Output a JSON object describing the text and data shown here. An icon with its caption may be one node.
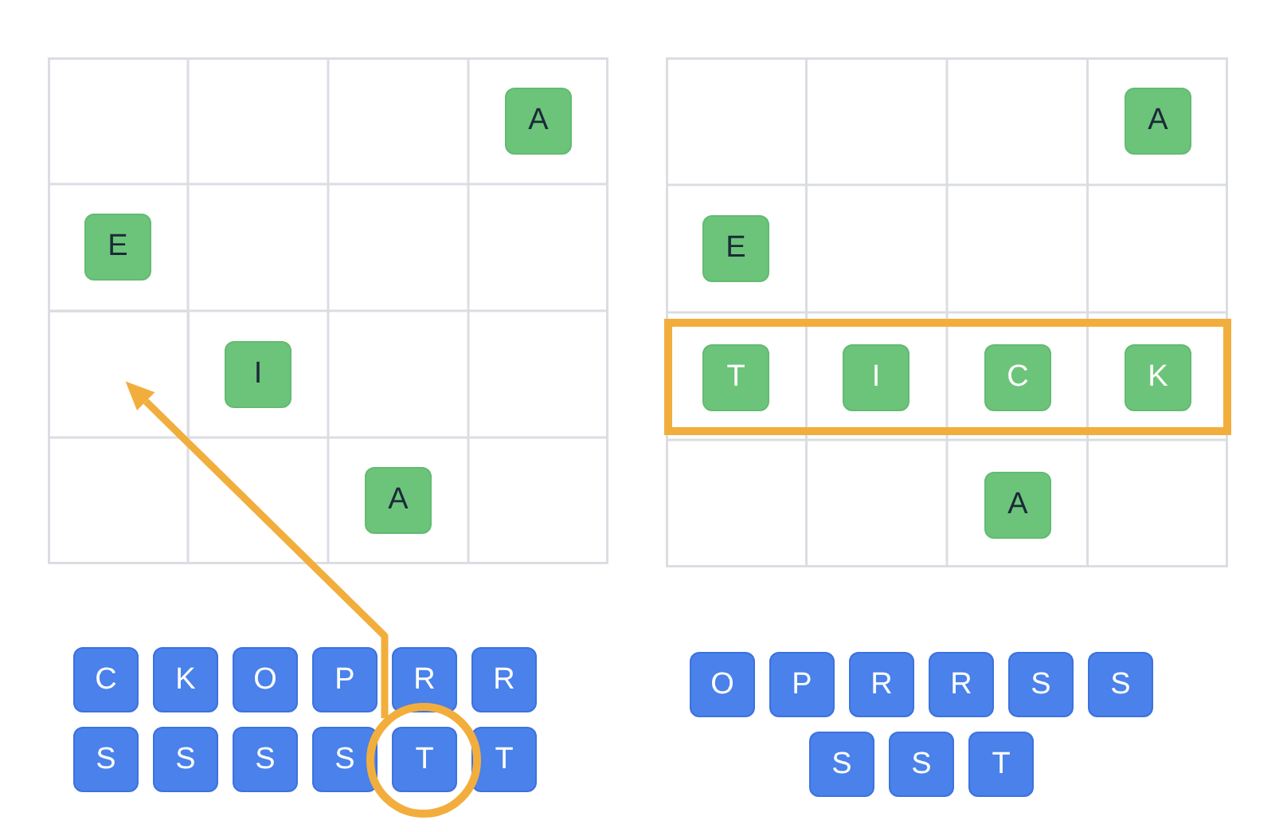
{
  "diagram": {
    "nodes": [
      {
        "text": [],
        "shape": "grid"
      },
      {
        "text": [
          "A"
        ],
        "in": 0
      },
      {
        "text": [
          "E"
        ],
        "in": 0
      },
      {
        "text": [],
        "shape": "box",
        "in": 0
      },
      {
        "text": [
          "I"
        ],
        "in": 0
      },
      {
        "text": [
          "A"
        ],
        "in": 0
      },
      {
        "text": [],
        "shape": "grid"
      },
      {
        "text": [
          "A"
        ],
        "in": 6
      },
      {
        "text": [
          "E"
        ],
        "in": 6
      },
      {
        "text": [],
        "shape": "box",
        "in": 6
      },
      {
        "text": [
          "T"
        ],
        "in": 9
      },
      {
        "text": [
          "I"
        ],
        "in": 9
      },
      {
        "text": [
          "C"
        ],
        "in": 9
      },
      {
        "text": [
          "K"
        ],
        "in": 9
      },
      {
        "text": [
          "A"
        ],
        "in": 6
      },
      {
        "text": [
          "C"
        ]
      },
      {
        "text": [
          "K"
        ]
      },
      {
        "text": [
          "O"
        ]
      },
      {
        "text": [
          "P"
        ]
      },
      {
        "text": [
          "R"
        ]
      },
      {
        "text": [
          "R"
        ]
      },
      {
        "text": [
          "S"
        ]
      },
      {
        "text": [
          "S"
        ]
      },
      {
        "text": [
          "S"
        ]
      },
      {
        "text": [
          "S"
        ]
      },
      {
        "text": [],
        "shape": "circle"
      },
      {
        "text": [
          "T"
        ],
        "in": 25
      },
      {
        "text": [
          "T"
        ]
      },
      {
        "text": [
          "O"
        ]
      },
      {
        "text": [
          "P"
        ]
      },
      {
        "text": [
          "R"
        ]
      },
      {
        "text": [
          "R"
        ]
      },
      {
        "text": [
          "S"
        ]
      },
      {
        "text": [
          "S"
        ]
      },
      {
        "text": [
          "S"
        ]
      },
      {
        "text": [
          "S"
        ]
      },
      {
        "text": [
          "T"
        ]
      }
    ],
    "edges": [
      {
        "from": 25,
        "to": 3,
        "arrow": "to"
      }
    ]
  }
}
